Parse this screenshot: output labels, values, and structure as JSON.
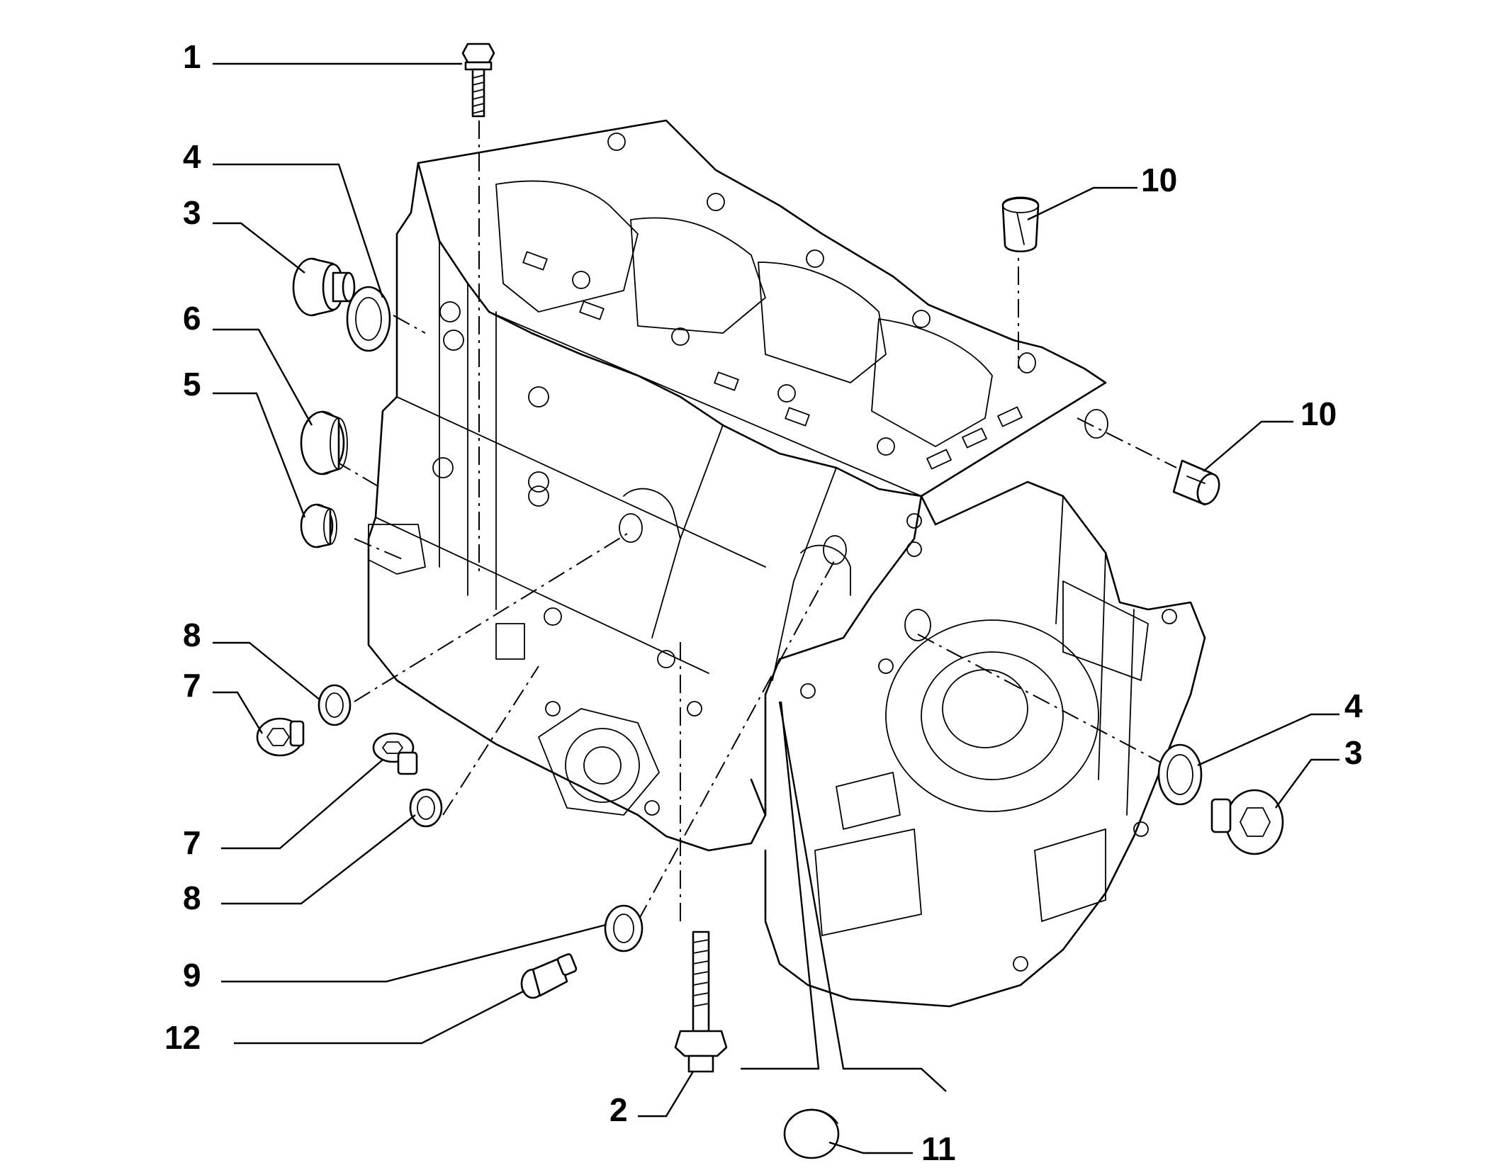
{
  "callouts": [
    {
      "id": "c1",
      "label": "1"
    },
    {
      "id": "c4a",
      "label": "4"
    },
    {
      "id": "c3a",
      "label": "3"
    },
    {
      "id": "c6",
      "label": "6"
    },
    {
      "id": "c5",
      "label": "5"
    },
    {
      "id": "c8a",
      "label": "8"
    },
    {
      "id": "c7a",
      "label": "7"
    },
    {
      "id": "c7b",
      "label": "7"
    },
    {
      "id": "c8b",
      "label": "8"
    },
    {
      "id": "c9",
      "label": "9"
    },
    {
      "id": "c12",
      "label": "12"
    },
    {
      "id": "c2",
      "label": "2"
    },
    {
      "id": "c11",
      "label": "11"
    },
    {
      "id": "c10a",
      "label": "10"
    },
    {
      "id": "c10b",
      "label": "10"
    },
    {
      "id": "c4b",
      "label": "4"
    },
    {
      "id": "c3b",
      "label": "3"
    }
  ]
}
